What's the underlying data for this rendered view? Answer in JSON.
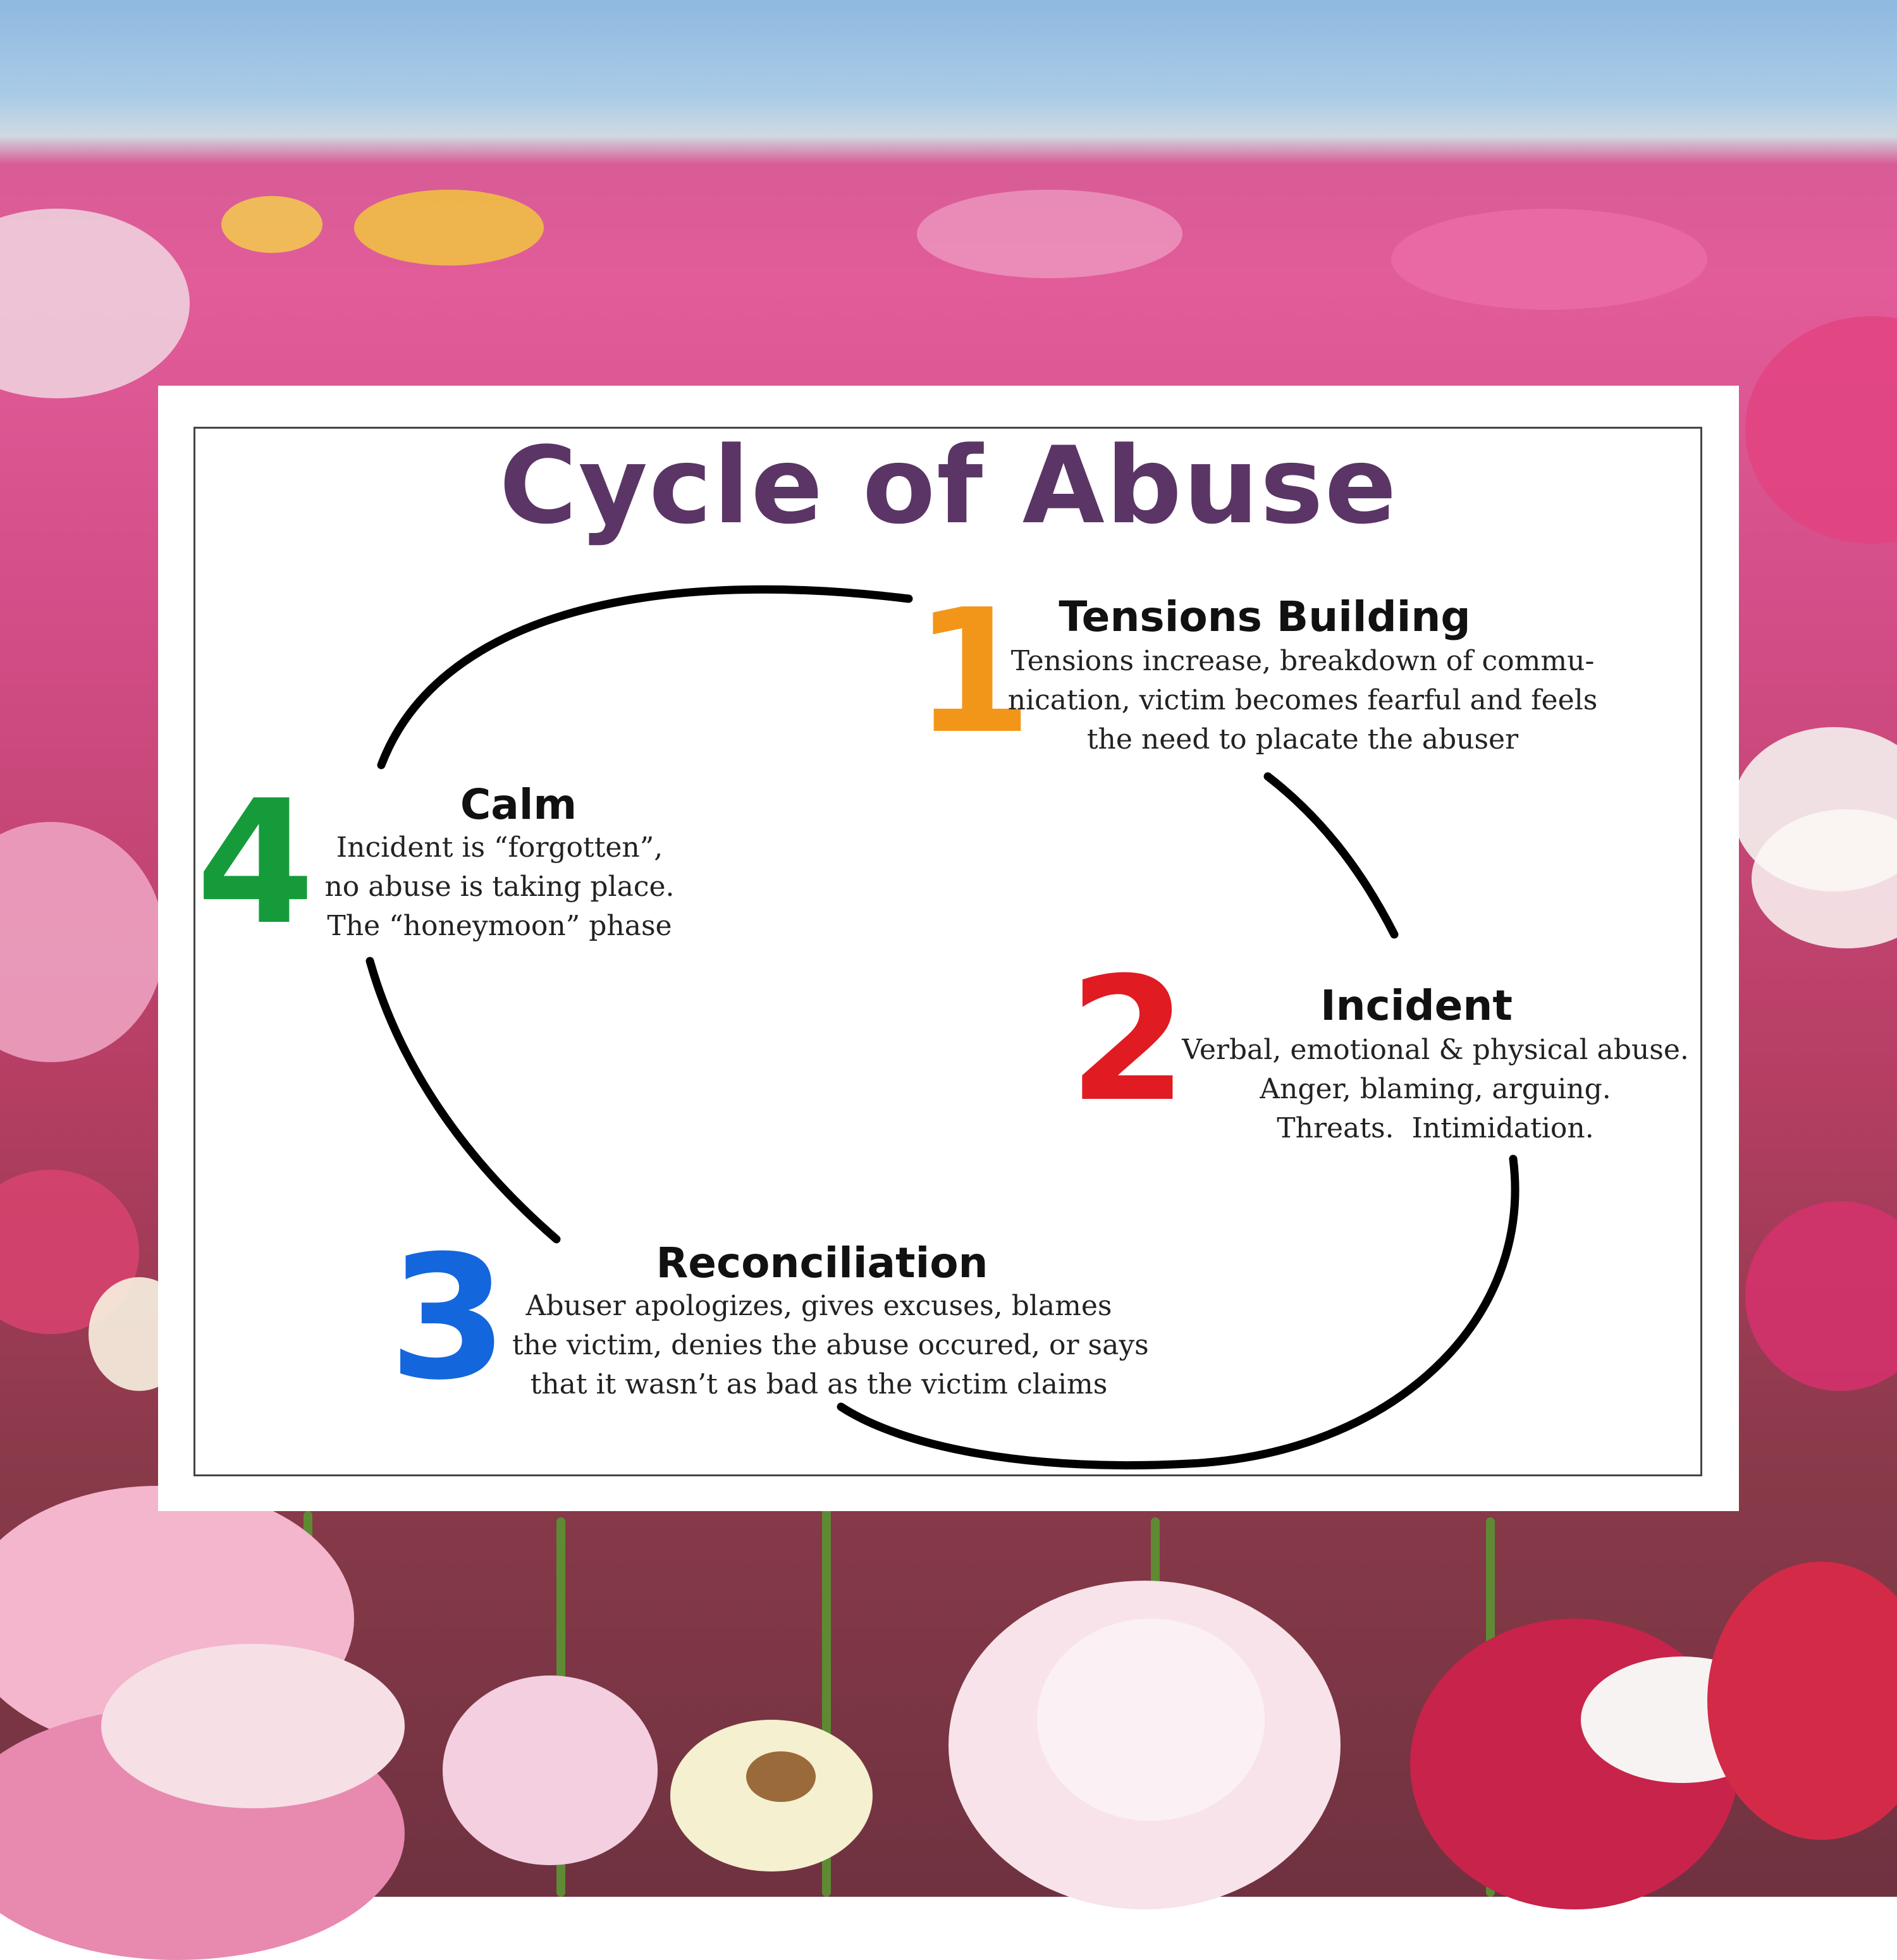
{
  "title": "Cycle of Abuse",
  "colors": {
    "title": "#5b3566",
    "phase_1": "#f2961a",
    "phase_2": "#e01b22",
    "phase_3": "#1466dc",
    "phase_4": "#169b3b"
  },
  "phases": [
    {
      "number": "1",
      "heading": "Tensions Building",
      "lines": [
        "Tensions increase, breakdown of commu-",
        "nication, victim becomes fearful and feels",
        "the need to placate the abuser"
      ]
    },
    {
      "number": "2",
      "heading": "Incident",
      "lines": [
        "Verbal, emotional & physical abuse.",
        "Anger, blaming, arguing.",
        "Threats.  Intimidation."
      ]
    },
    {
      "number": "3",
      "heading": "Reconciliation",
      "lines": [
        "Abuser apologizes, gives excuses, blames",
        "the victim, denies the abuse occured, or says",
        "that it wasn’t as bad as the victim claims"
      ]
    },
    {
      "number": "4",
      "heading": "Calm",
      "lines": [
        "Incident is “forgotten”,",
        "no abuse is taking place.",
        "The “honeymoon” phase"
      ]
    }
  ]
}
